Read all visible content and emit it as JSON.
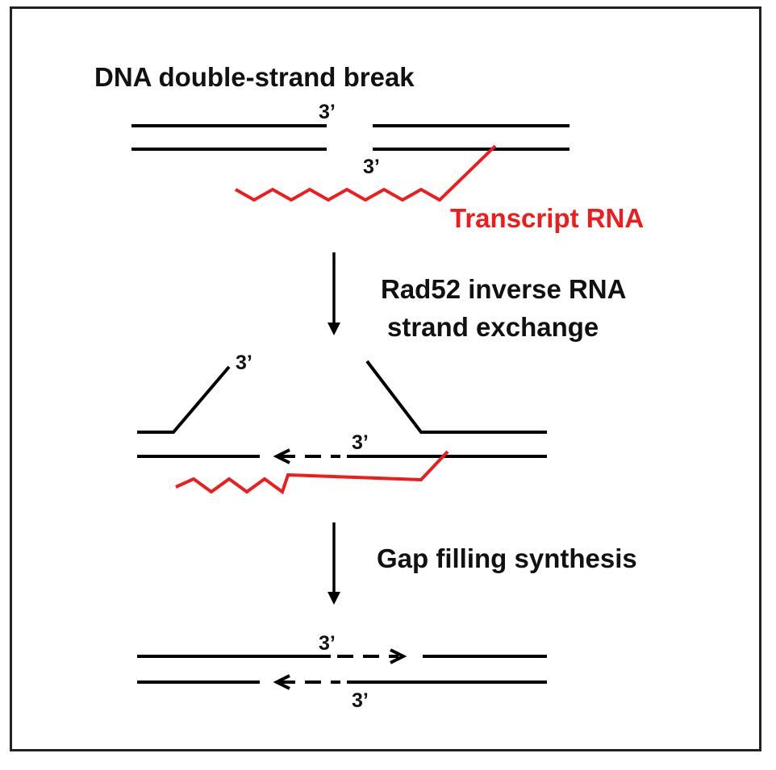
{
  "labels": {
    "title": "DNA double-strand break",
    "transcript": "Transcript RNA",
    "step1_line1": "Rad52 inverse RNA",
    "step1_line2": "strand exchange",
    "step2": "Gap filling synthesis",
    "prime": "3’"
  },
  "colors": {
    "dna": "#000000",
    "rna": "#ee1c1c",
    "frame": "#222222"
  }
}
